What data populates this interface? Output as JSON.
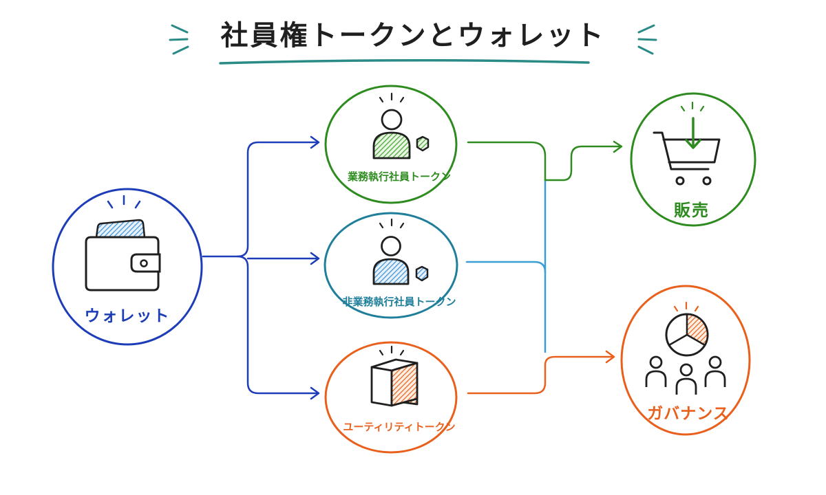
{
  "title": "社員権トークンとウォレット",
  "colors": {
    "title_underline": "#2a8a86",
    "wallet": "#1d3db8",
    "business_token": "#2e8b1f",
    "nonbusiness_token": "#1f7f9a",
    "utility_token": "#e8601c",
    "sales": "#2e8b1f",
    "governance": "#e8601c",
    "icon_stroke": "#1f1f1f"
  },
  "nodes": {
    "wallet": {
      "label": "ウォレット",
      "icon": "wallet-icon"
    },
    "business_token": {
      "label": "業務執行社員トークン",
      "icon": "person-with-token-icon"
    },
    "nonbusiness_token": {
      "label": "非業務執行社員トークン",
      "icon": "person-with-token-icon"
    },
    "utility_token": {
      "label": "ユーティリティトークン",
      "icon": "cube-icon"
    },
    "sales": {
      "label": "販売",
      "icon": "shopping-cart-icon"
    },
    "governance": {
      "label": "ガバナンス",
      "icon": "pie-chart-people-icon"
    }
  },
  "edges": [
    {
      "from": "wallet",
      "to": "business_token"
    },
    {
      "from": "wallet",
      "to": "nonbusiness_token"
    },
    {
      "from": "wallet",
      "to": "utility_token"
    },
    {
      "from": "business_token",
      "to": "sales"
    },
    {
      "from": "nonbusiness_token",
      "to": "sales"
    },
    {
      "from": "nonbusiness_token",
      "to": "governance"
    },
    {
      "from": "utility_token",
      "to": "governance"
    }
  ]
}
